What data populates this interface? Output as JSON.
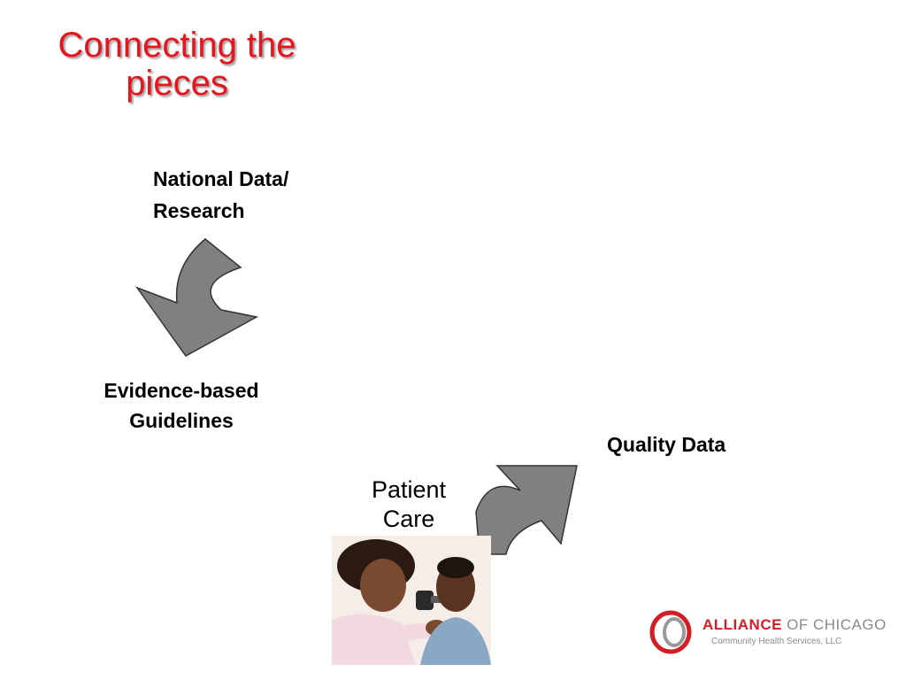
{
  "slide": {
    "title": "Connecting the pieces",
    "labels": {
      "national": "National Data/",
      "research": "Research",
      "evidence_line1": "Evidence-based",
      "evidence_line2": "Guidelines",
      "quality": "Quality Data",
      "patient_line1": "Patient",
      "patient_line2": "Care"
    },
    "arrow_color": "#808080",
    "title_color": "#e8141d"
  },
  "logo": {
    "name_part1": "ALLIANCE",
    "name_part2": " OF CHICAGO",
    "subtitle": "Community Health Services, LLC",
    "icon": "alliance-ring-icon"
  },
  "photo": {
    "icon": "doctor-patient-photo"
  }
}
